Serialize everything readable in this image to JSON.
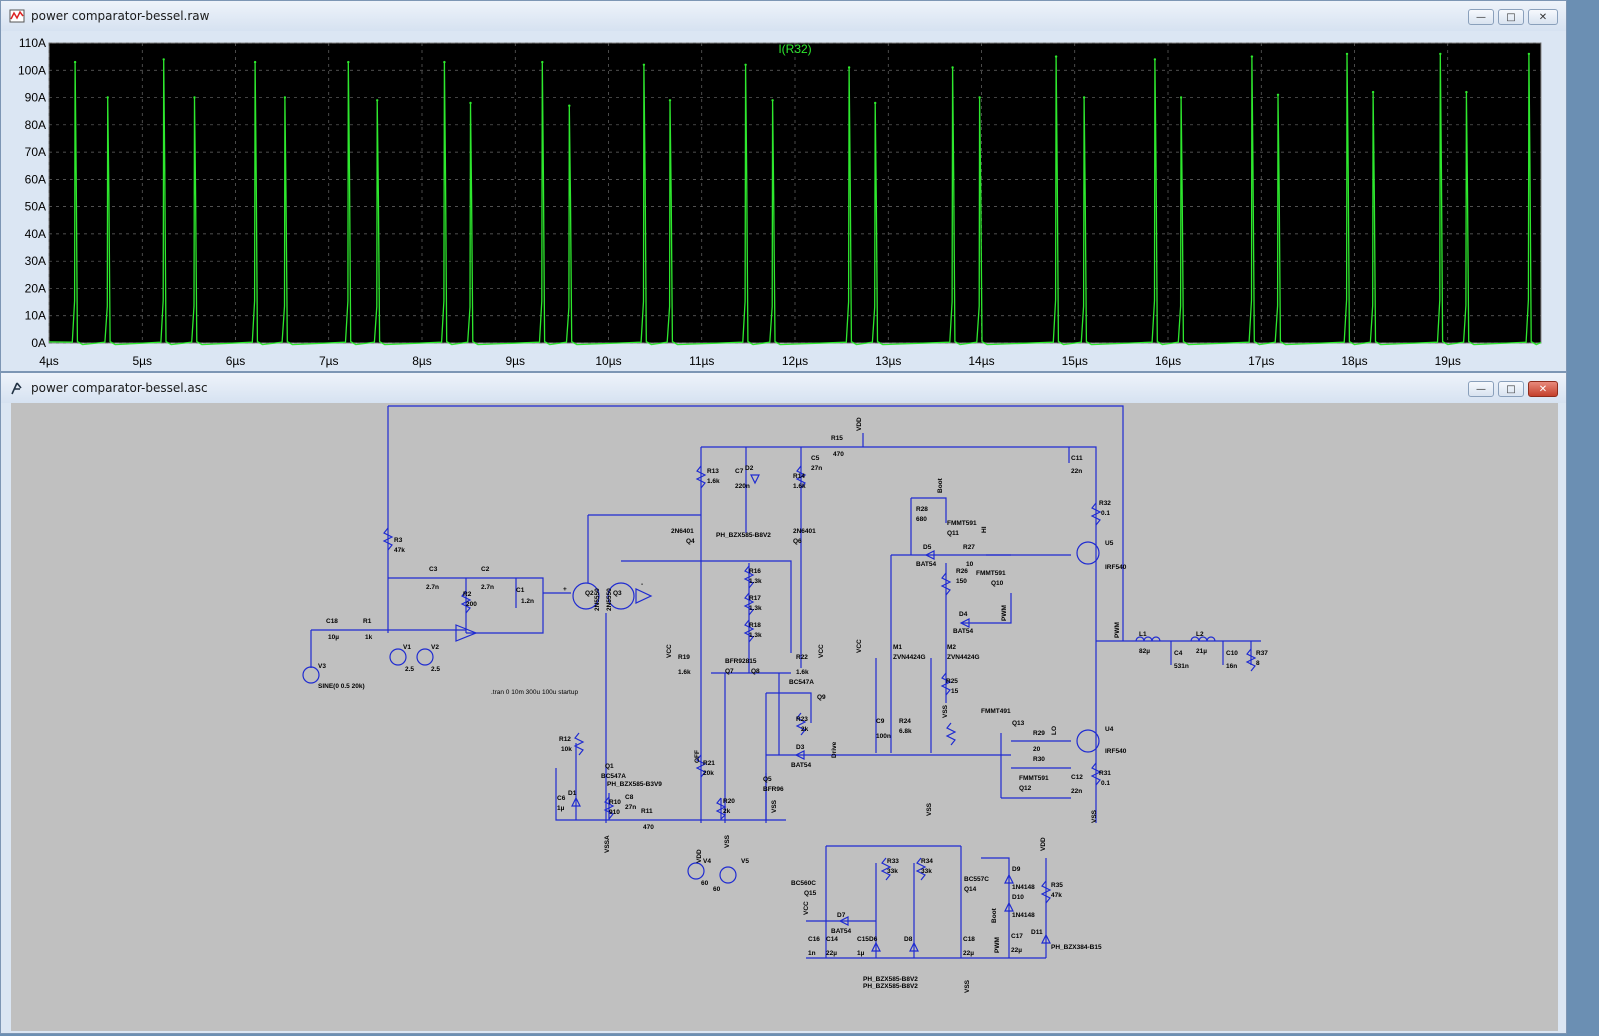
{
  "wave_window": {
    "title": "power comparator-bessel.raw",
    "trace_label": "I(R32)",
    "y_ticks": [
      "110A",
      "100A",
      "90A",
      "80A",
      "70A",
      "60A",
      "50A",
      "40A",
      "30A",
      "20A",
      "10A",
      "0A"
    ],
    "x_ticks": [
      "4µs",
      "5µs",
      "6µs",
      "7µs",
      "8µs",
      "9µs",
      "10µs",
      "11µs",
      "12µs",
      "13µs",
      "14µs",
      "15µs",
      "16µs",
      "17µs",
      "18µs",
      "19µs"
    ],
    "trace_color": "#2ee82e",
    "background": "#000000"
  },
  "chart_data": {
    "type": "line",
    "title": "I(R32)",
    "xlim": [
      4.0,
      20.0
    ],
    "ylim": [
      0,
      110
    ],
    "xunit": "µs",
    "yunit": "A",
    "series": [
      {
        "name": "I(R32)",
        "pulses": [
          {
            "t": 4.28,
            "peak": 103
          },
          {
            "t": 4.63,
            "peak": 90
          },
          {
            "t": 5.23,
            "peak": 104
          },
          {
            "t": 5.56,
            "peak": 90
          },
          {
            "t": 6.21,
            "peak": 103
          },
          {
            "t": 6.53,
            "peak": 90
          },
          {
            "t": 7.21,
            "peak": 103
          },
          {
            "t": 7.52,
            "peak": 89
          },
          {
            "t": 8.24,
            "peak": 103
          },
          {
            "t": 8.52,
            "peak": 88
          },
          {
            "t": 9.29,
            "peak": 103
          },
          {
            "t": 9.58,
            "peak": 87
          },
          {
            "t": 10.38,
            "peak": 102
          },
          {
            "t": 10.66,
            "peak": 89
          },
          {
            "t": 11.47,
            "peak": 102
          },
          {
            "t": 11.76,
            "peak": 89
          },
          {
            "t": 12.58,
            "peak": 101
          },
          {
            "t": 12.86,
            "peak": 88
          },
          {
            "t": 13.69,
            "peak": 101
          },
          {
            "t": 13.98,
            "peak": 90
          },
          {
            "t": 14.8,
            "peak": 105
          },
          {
            "t": 15.1,
            "peak": 90
          },
          {
            "t": 15.86,
            "peak": 104
          },
          {
            "t": 16.14,
            "peak": 90
          },
          {
            "t": 16.9,
            "peak": 105
          },
          {
            "t": 17.18,
            "peak": 91
          },
          {
            "t": 17.92,
            "peak": 106
          },
          {
            "t": 18.2,
            "peak": 92
          },
          {
            "t": 18.92,
            "peak": 106
          },
          {
            "t": 19.2,
            "peak": 92
          },
          {
            "t": 19.87,
            "peak": 106
          }
        ]
      }
    ]
  },
  "schematic_window": {
    "title": "power comparator-bessel.asc",
    "directive": ".tran 0 10m 300u 100u startup",
    "labels": [
      {
        "id": "R15",
        "t": "R15"
      },
      {
        "id": "R15v",
        "t": "470"
      },
      {
        "id": "vdd1",
        "t": "VDD"
      },
      {
        "id": "C11",
        "t": "C11"
      },
      {
        "id": "C11v",
        "t": "22n"
      },
      {
        "id": "R13",
        "t": "R13"
      },
      {
        "id": "R13v",
        "t": "1.6k"
      },
      {
        "id": "C7",
        "t": "C7"
      },
      {
        "id": "C7v",
        "t": "220n"
      },
      {
        "id": "D2",
        "t": "D2"
      },
      {
        "id": "R14",
        "t": "R14"
      },
      {
        "id": "R14v",
        "t": "1.6k"
      },
      {
        "id": "C5",
        "t": "C5"
      },
      {
        "id": "C5v",
        "t": "27n"
      },
      {
        "id": "R32",
        "t": "R32"
      },
      {
        "id": "R32v",
        "t": "0.1"
      },
      {
        "id": "Q4a",
        "t": "2N6401"
      },
      {
        "id": "Q4b",
        "t": "Q4"
      },
      {
        "id": "Dz",
        "t": "PH_BZX585-B8V2"
      },
      {
        "id": "Q6a",
        "t": "2N6401"
      },
      {
        "id": "Q6b",
        "t": "Q6"
      },
      {
        "id": "R28",
        "t": "R28"
      },
      {
        "id": "R28v",
        "t": "680"
      },
      {
        "id": "boot1",
        "t": "Boot"
      },
      {
        "id": "Q11a",
        "t": "FMMT591"
      },
      {
        "id": "Q11b",
        "t": "Q11"
      },
      {
        "id": "HI",
        "t": "HI"
      },
      {
        "id": "D5",
        "t": "D5"
      },
      {
        "id": "D5v",
        "t": "BAT54"
      },
      {
        "id": "R27",
        "t": "R27"
      },
      {
        "id": "R27v",
        "t": "10"
      },
      {
        "id": "U5",
        "t": "U5"
      },
      {
        "id": "U5v",
        "t": "IRF540"
      },
      {
        "id": "R3",
        "t": "R3"
      },
      {
        "id": "R3v",
        "t": "47k"
      },
      {
        "id": "C3",
        "t": "C3"
      },
      {
        "id": "C3v",
        "t": "2.7n"
      },
      {
        "id": "C2",
        "t": "C2"
      },
      {
        "id": "C2v",
        "t": "2.7n"
      },
      {
        "id": "C1",
        "t": "C1"
      },
      {
        "id": "C1v",
        "t": "1.2n"
      },
      {
        "id": "R2",
        "t": "R2"
      },
      {
        "id": "R2v",
        "t": "200"
      },
      {
        "id": "plus",
        "t": "+"
      },
      {
        "id": "minus",
        "t": "-"
      },
      {
        "id": "Q2",
        "t": "Q2"
      },
      {
        "id": "Q3",
        "t": "Q3"
      },
      {
        "id": "Q2v",
        "t": "2N5550"
      },
      {
        "id": "Q3v",
        "t": "2N5550"
      },
      {
        "id": "R16",
        "t": "R16"
      },
      {
        "id": "R16v",
        "t": "1.3k"
      },
      {
        "id": "R17",
        "t": "R17"
      },
      {
        "id": "R17v",
        "t": "1.3k"
      },
      {
        "id": "R18",
        "t": "R18"
      },
      {
        "id": "R18v",
        "t": "1.3k"
      },
      {
        "id": "R26",
        "t": "R26"
      },
      {
        "id": "R26v",
        "t": "150"
      },
      {
        "id": "Q10a",
        "t": "FMMT591"
      },
      {
        "id": "Q10b",
        "t": "Q10"
      },
      {
        "id": "D4",
        "t": "D4"
      },
      {
        "id": "D4v",
        "t": "BAT54"
      },
      {
        "id": "PWM1",
        "t": "PWM"
      },
      {
        "id": "C18",
        "t": "C18"
      },
      {
        "id": "C18v",
        "t": "10µ"
      },
      {
        "id": "R1",
        "t": "R1"
      },
      {
        "id": "R1v",
        "t": "1k"
      },
      {
        "id": "V1",
        "t": "V1"
      },
      {
        "id": "V1v",
        "t": "2.5"
      },
      {
        "id": "V2",
        "t": "V2"
      },
      {
        "id": "V2v",
        "t": "2.5"
      },
      {
        "id": "V3",
        "t": "V3"
      },
      {
        "id": "V3v",
        "t": "SINE(0 0.5 20k)"
      },
      {
        "id": "VCC1",
        "t": "VCC"
      },
      {
        "id": "R19",
        "t": "R19"
      },
      {
        "id": "R19v",
        "t": "1.6k"
      },
      {
        "id": "BFR",
        "t": "BFR92815"
      },
      {
        "id": "Q7",
        "t": "Q7"
      },
      {
        "id": "Q8",
        "t": "Q8"
      },
      {
        "id": "R22",
        "t": "R22"
      },
      {
        "id": "R22v",
        "t": "1.6k"
      },
      {
        "id": "VCC2",
        "t": "VCC"
      },
      {
        "id": "Q9a",
        "t": "BC547A"
      },
      {
        "id": "Q9b",
        "t": "Q9"
      },
      {
        "id": "VCC3",
        "t": "VCC"
      },
      {
        "id": "M1",
        "t": "M1"
      },
      {
        "id": "M1v",
        "t": "ZVN4424G"
      },
      {
        "id": "M2",
        "t": "M2"
      },
      {
        "id": "M2v",
        "t": "ZVN4424G"
      },
      {
        "id": "R25",
        "t": "R25"
      },
      {
        "id": "R25v",
        "t": "15"
      },
      {
        "id": "VSS1",
        "t": "VSS"
      },
      {
        "id": "L1",
        "t": "L1"
      },
      {
        "id": "L1v",
        "t": "82µ"
      },
      {
        "id": "L2",
        "t": "L2"
      },
      {
        "id": "L2v",
        "t": "21µ"
      },
      {
        "id": "C4",
        "t": "C4"
      },
      {
        "id": "C4v",
        "t": "531n"
      },
      {
        "id": "C10",
        "t": "C10"
      },
      {
        "id": "C10v",
        "t": "16n"
      },
      {
        "id": "R37",
        "t": "R37"
      },
      {
        "id": "R37v",
        "t": "8"
      },
      {
        "id": "PWM2",
        "t": "PWM"
      },
      {
        "id": "R23",
        "t": "R23"
      },
      {
        "id": "R23v",
        "t": "2k"
      },
      {
        "id": "C9",
        "t": "C9"
      },
      {
        "id": "C9v",
        "t": "100n"
      },
      {
        "id": "R24",
        "t": "R24"
      },
      {
        "id": "R24v",
        "t": "6.8k"
      },
      {
        "id": "Q13a",
        "t": "FMMT491"
      },
      {
        "id": "Q13b",
        "t": "Q13"
      },
      {
        "id": "R29",
        "t": "R29"
      },
      {
        "id": "R29v",
        "t": "20"
      },
      {
        "id": "LO",
        "t": "LO"
      },
      {
        "id": "U4",
        "t": "U4"
      },
      {
        "id": "U4v",
        "t": "IRF540"
      },
      {
        "id": "R12",
        "t": "R12"
      },
      {
        "id": "R12v",
        "t": "10k"
      },
      {
        "id": "OFF",
        "t": "OFF"
      },
      {
        "id": "R21",
        "t": "R21"
      },
      {
        "id": "R21v",
        "t": "20k"
      },
      {
        "id": "D3",
        "t": "D3"
      },
      {
        "id": "D3v",
        "t": "BAT54"
      },
      {
        "id": "Drive",
        "t": "Drive"
      },
      {
        "id": "R30",
        "t": "R30"
      },
      {
        "id": "Q12a",
        "t": "FMMT591"
      },
      {
        "id": "Q12b",
        "t": "Q12"
      },
      {
        "id": "C12",
        "t": "C12"
      },
      {
        "id": "C12v",
        "t": "22n"
      },
      {
        "id": "R31",
        "t": "R31"
      },
      {
        "id": "R31v",
        "t": "0.1"
      },
      {
        "id": "Q1",
        "t": "Q1"
      },
      {
        "id": "Q1v",
        "t": "BC547A"
      },
      {
        "id": "Dz2",
        "t": "PH_BZX585-B3V9"
      },
      {
        "id": "C6",
        "t": "C6"
      },
      {
        "id": "C6v",
        "t": "1µ"
      },
      {
        "id": "D1",
        "t": "D1"
      },
      {
        "id": "R10",
        "t": "R10"
      },
      {
        "id": "R10v",
        "t": "910"
      },
      {
        "id": "C8",
        "t": "C8"
      },
      {
        "id": "C8v",
        "t": "27n"
      },
      {
        "id": "Q5",
        "t": "Q5"
      },
      {
        "id": "Q5v",
        "t": "BFR96"
      },
      {
        "id": "R20",
        "t": "R20"
      },
      {
        "id": "R20v",
        "t": "2k"
      },
      {
        "id": "R11",
        "t": "R11"
      },
      {
        "id": "R11v",
        "t": "470"
      },
      {
        "id": "VSS2",
        "t": "VSS"
      },
      {
        "id": "VSSA",
        "t": "VSSA"
      },
      {
        "id": "VSS3",
        "t": "VSS"
      },
      {
        "id": "VDD2",
        "t": "VDD"
      },
      {
        "id": "V4",
        "t": "V4"
      },
      {
        "id": "V4v",
        "t": "60"
      },
      {
        "id": "V5",
        "t": "V5"
      },
      {
        "id": "V5v",
        "t": "60"
      },
      {
        "id": "VSS4",
        "t": "VSS"
      },
      {
        "id": "Q15a",
        "t": "BC560C"
      },
      {
        "id": "Q15b",
        "t": "Q15"
      },
      {
        "id": "R33",
        "t": "R33"
      },
      {
        "id": "R33v",
        "t": "33k"
      },
      {
        "id": "R34",
        "t": "R34"
      },
      {
        "id": "R34v",
        "t": "33k"
      },
      {
        "id": "Q14a",
        "t": "BC557C"
      },
      {
        "id": "Q14b",
        "t": "Q14"
      },
      {
        "id": "D9",
        "t": "D9"
      },
      {
        "id": "D9v",
        "t": "1N4148"
      },
      {
        "id": "D10",
        "t": "D10"
      },
      {
        "id": "D10v",
        "t": "1N4148"
      },
      {
        "id": "VDD3",
        "t": "VDD"
      },
      {
        "id": "R35",
        "t": "R35"
      },
      {
        "id": "R35v",
        "t": "47k"
      },
      {
        "id": "VCC4",
        "t": "VCC"
      },
      {
        "id": "D7",
        "t": "D7"
      },
      {
        "id": "D7v",
        "t": "BAT54"
      },
      {
        "id": "C16",
        "t": "C16"
      },
      {
        "id": "C16v",
        "t": "1n"
      },
      {
        "id": "C14",
        "t": "C14"
      },
      {
        "id": "C14v",
        "t": "22µ"
      },
      {
        "id": "C15",
        "t": "C15"
      },
      {
        "id": "C15v",
        "t": "1µ"
      },
      {
        "id": "D6",
        "t": "D6"
      },
      {
        "id": "D8",
        "t": "D8"
      },
      {
        "id": "C18b",
        "t": "C18"
      },
      {
        "id": "C18bv",
        "t": "22µ"
      },
      {
        "id": "boot2",
        "t": "Boot"
      },
      {
        "id": "C17",
        "t": "C17"
      },
      {
        "id": "C17v",
        "t": "22µ"
      },
      {
        "id": "D11",
        "t": "D11"
      },
      {
        "id": "PWM3",
        "t": "PWM"
      },
      {
        "id": "D11v",
        "t": "PH_BZX384-B15"
      },
      {
        "id": "Dz3",
        "t": "PH_BZX585-B8V2"
      },
      {
        "id": "Dz4",
        "t": "PH_BZX585-B8V2"
      },
      {
        "id": "VSS5",
        "t": "VSS"
      },
      {
        "id": "VSS6",
        "t": "VSS"
      }
    ]
  }
}
